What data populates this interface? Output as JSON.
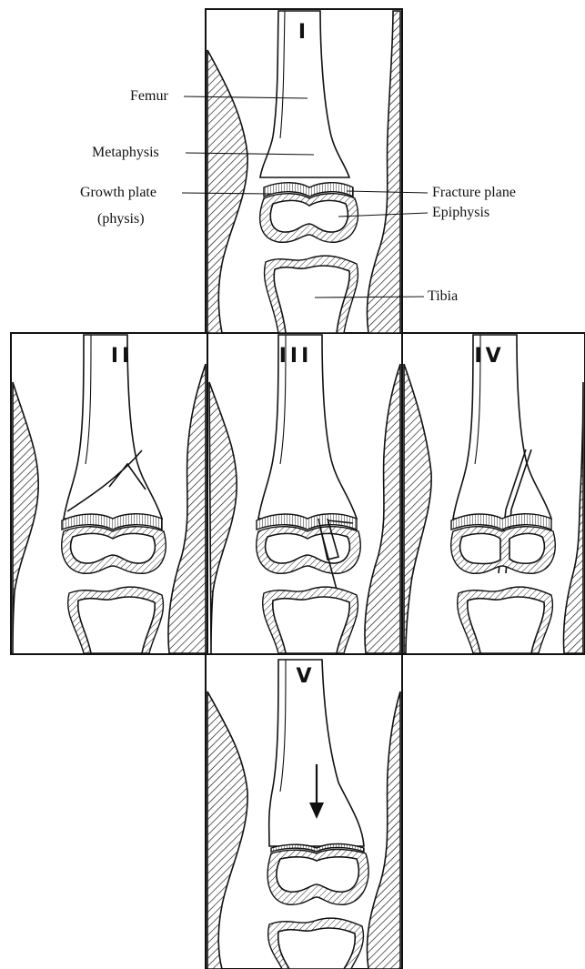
{
  "panels": {
    "p1": "I",
    "p2": "II",
    "p3": "III",
    "p4": "IV",
    "p5": "V"
  },
  "labels": {
    "femur": "Femur",
    "metaphysis": "Metaphysis",
    "growth_plate": "Growth plate",
    "physis": "(physis)",
    "fracture_plane": "Fracture plane",
    "epiphysis": "Epiphysis",
    "tibia": "Tibia"
  }
}
